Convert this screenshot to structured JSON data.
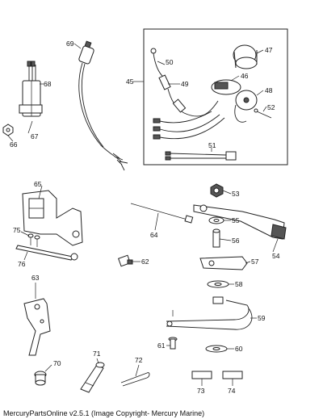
{
  "footer": "MercuryPartsOnline v2.5.1 (Image Copyright- Mercury Marine)",
  "callouts": {
    "c69": "69",
    "c68": "68",
    "c67": "67",
    "c66": "66",
    "c45": "45",
    "c50": "50",
    "c49": "49",
    "c46": "46",
    "c47": "47",
    "c48": "48",
    "c52": "52",
    "c51": "51",
    "c65": "65",
    "c75": "75",
    "c76": "76",
    "c64": "64",
    "c62": "62",
    "c53": "53",
    "c55": "55",
    "c56": "56",
    "c54": "54",
    "c57": "57",
    "c58": "58",
    "c59": "59",
    "c60": "60",
    "c61": "61",
    "c63": "63",
    "c70": "70",
    "c71": "71",
    "c72": "72",
    "c73": "73",
    "c74": "74"
  }
}
